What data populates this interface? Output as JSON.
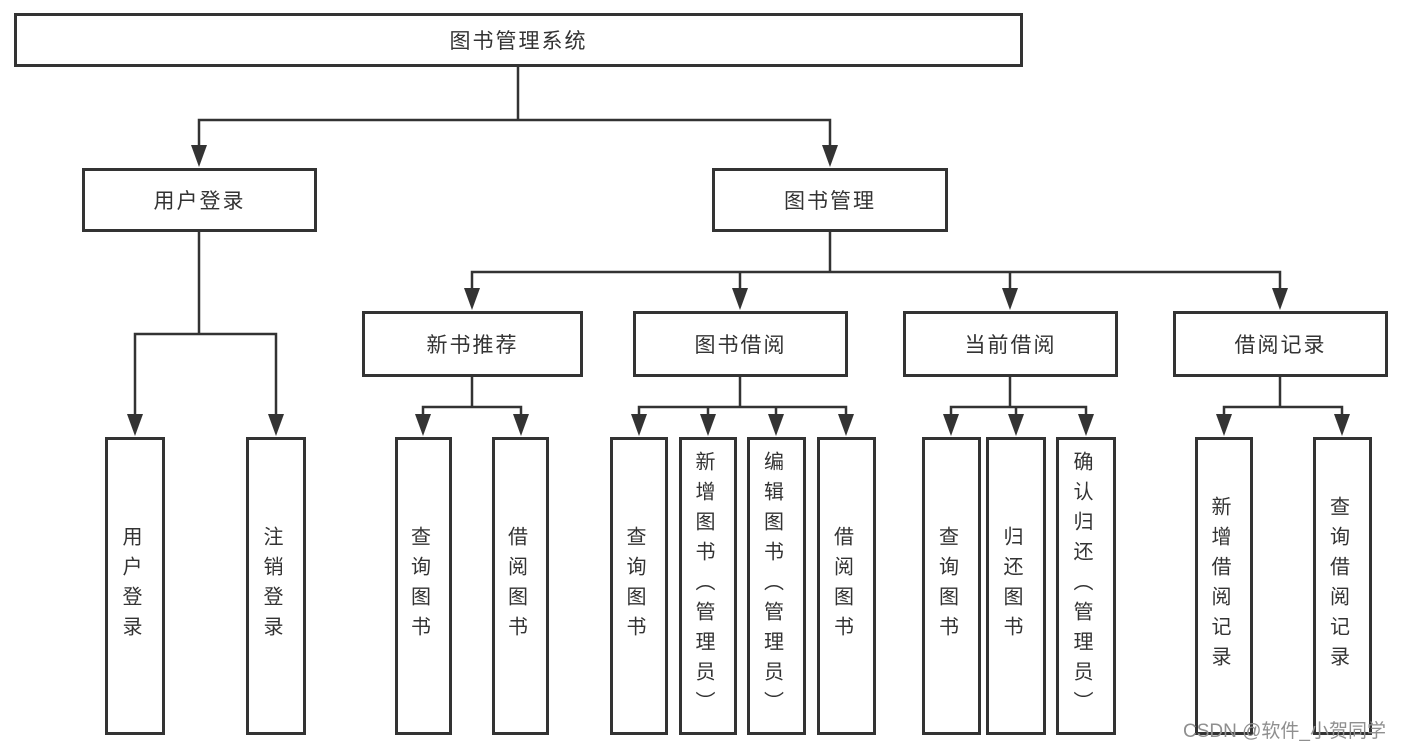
{
  "tree": {
    "root": {
      "label": "图书管理系统"
    },
    "branches": [
      {
        "label": "用户登录",
        "children": [
          {
            "label": "用户登录"
          },
          {
            "label": "注销登录"
          }
        ]
      },
      {
        "label": "图书管理",
        "children": [
          {
            "label": "新书推荐",
            "children": [
              {
                "label": "查询图书"
              },
              {
                "label": "借阅图书"
              }
            ]
          },
          {
            "label": "图书借阅",
            "children": [
              {
                "label": "查询图书"
              },
              {
                "label": "新增图书（管理员）"
              },
              {
                "label": "编辑图书（管理员）"
              },
              {
                "label": "借阅图书"
              }
            ]
          },
          {
            "label": "当前借阅",
            "children": [
              {
                "label": "查询图书"
              },
              {
                "label": "归还图书"
              },
              {
                "label": "确认归还（管理员）"
              }
            ]
          },
          {
            "label": "借阅记录",
            "children": [
              {
                "label": "新增借阅记录"
              },
              {
                "label": "查询借阅记录"
              }
            ]
          }
        ]
      }
    ]
  },
  "watermark": "CSDN @软件_小贺同学",
  "colors": {
    "line": "#333333",
    "text": "#333333",
    "box_background": "#ffffff",
    "watermark": "#8f8f8f",
    "background": "#ffffff"
  }
}
